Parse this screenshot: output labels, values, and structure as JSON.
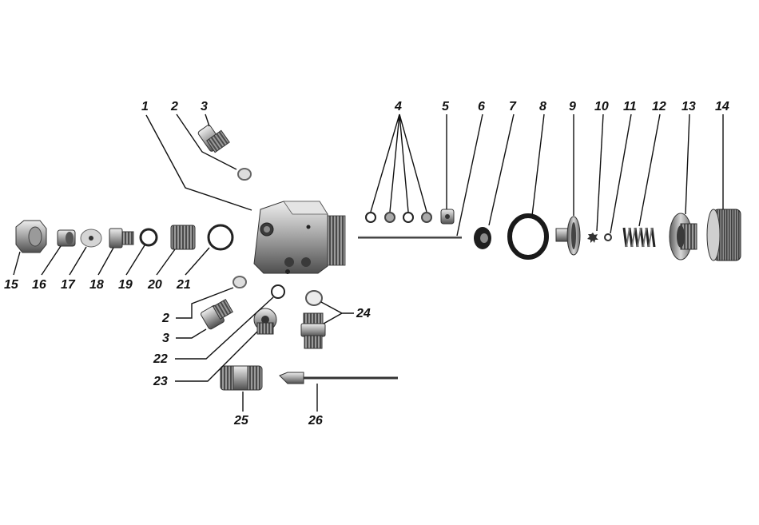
{
  "diagram": {
    "labels": [
      "1",
      "2",
      "3",
      "4",
      "5",
      "6",
      "7",
      "8",
      "9",
      "10",
      "11",
      "12",
      "13",
      "14",
      "15",
      "16",
      "17",
      "18",
      "19",
      "20",
      "21",
      "2",
      "3",
      "22",
      "23",
      "24",
      "25",
      "26"
    ],
    "colors": {
      "metal_light": "#d9d9d9",
      "metal_mid": "#a8a8a8",
      "metal_dark": "#5a5a5a",
      "ink": "#111111",
      "background": "#ffffff"
    }
  }
}
